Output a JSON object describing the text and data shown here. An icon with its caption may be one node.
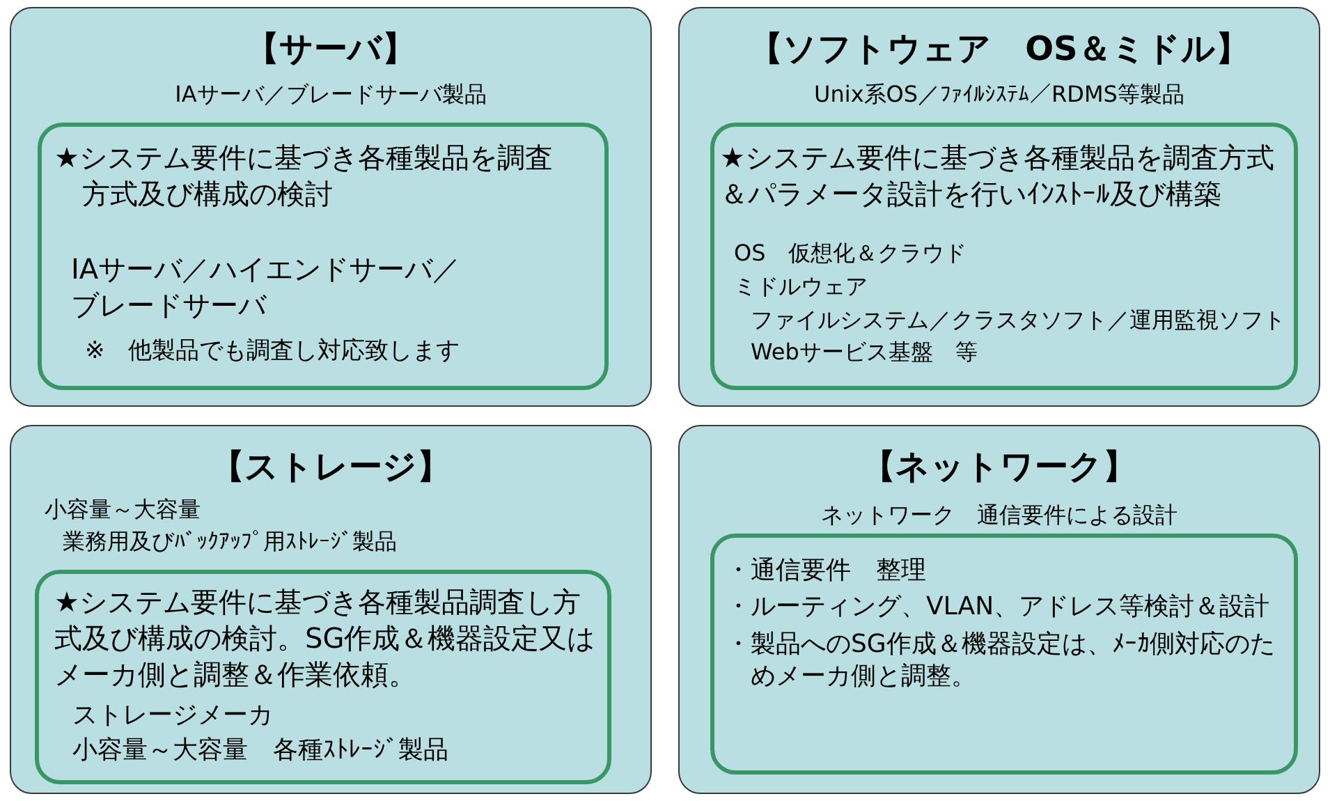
{
  "diagram": {
    "nodes": [
      {
        "text": [
          "【サーバ】",
          "IAサーバ／ブレードサーバ製品"
        ]
      },
      {
        "text": [
          "★システム要件に基づき各種製品を調査方式及び構成の検討",
          "IAサーバ／ハイエンドサーバ／ブレードサーバ",
          "※　他製品でも調査し対応致します"
        ],
        "in": 0
      },
      {
        "text": [
          "【ソフトウェア　OS＆ミドル】",
          "Unix系OS／ﾌｧｲﾙｼｽﾃﾑ／RDMS等製品"
        ]
      },
      {
        "text": [
          "★システム要件に基づき各種製品を調査方式＆パラメータ設計を行いｲﾝｽﾄｰﾙ及び構築",
          "OS　仮想化＆クラウド",
          "ミドルウェア",
          "ファイルシステム／クラスタソフト／運用監視ソフト",
          "Webサービス基盤　等"
        ],
        "in": 2
      },
      {
        "text": [
          "【ストレージ】",
          "小容量～大容量",
          "業務用及びﾊﾞｯｸｱｯﾌﾟ用ｽﾄﾚｰｼﾞ製品"
        ]
      },
      {
        "text": [
          "★システム要件に基づき各種製品調査し方式及び構成の検討。SG作成＆機器設定又はメーカ側と調整＆作業依頼。",
          "ストレージメーカ",
          "小容量～大容量　各種ｽﾄﾚｰｼﾞ製品"
        ],
        "in": 4
      },
      {
        "text": [
          "【ネットワーク】",
          "ネットワーク　通信要件による設計"
        ]
      },
      {
        "text": [
          "・通信要件　整理",
          "・ルーティング、VLAN、アドレス等検討＆設計",
          "・製品へのSG作成＆機器設定は、ﾒｰｶ側対応のためメーカ側と調整。"
        ],
        "in": 6
      }
    ]
  }
}
